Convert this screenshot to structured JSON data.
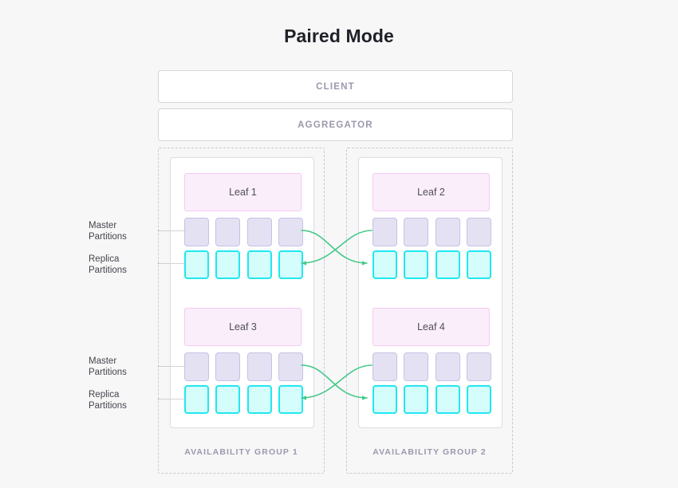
{
  "page": {
    "title": "Paired Mode",
    "background_color": "#f7f7f8"
  },
  "topology": {
    "client": {
      "label": "CLIENT"
    },
    "aggregator": {
      "label": "AGGREGATOR"
    }
  },
  "colors": {
    "title_text": "#1e2126",
    "box_text": "#9a99ad",
    "leaf_fill": "#fbeefb",
    "leaf_border": "#f4c9f1",
    "master_fill": "#e4e1f3",
    "master_border": "#c7c0e4",
    "replica_fill": "#d4fdfc",
    "replica_border": "#22e7ef",
    "replication_arrow": "#45c98a",
    "dotted_border": "#c9c9d2"
  },
  "annotations": {
    "master": {
      "line1": "Master",
      "line2": "Partitions"
    },
    "replica": {
      "line1": "Replica",
      "line2": "Partitions"
    }
  },
  "availability_groups": [
    {
      "id": "ag-1",
      "label": "AVAILABILITY GROUP 1",
      "leaves": [
        {
          "label": "Leaf 1",
          "master_partitions": 4,
          "replica_partitions": 4
        },
        {
          "label": "Leaf 3",
          "master_partitions": 4,
          "replica_partitions": 4
        }
      ]
    },
    {
      "id": "ag-2",
      "label": "AVAILABILITY GROUP 2",
      "leaves": [
        {
          "label": "Leaf 2",
          "master_partitions": 4,
          "replica_partitions": 4
        },
        {
          "label": "Leaf 4",
          "master_partitions": 4,
          "replica_partitions": 4
        }
      ]
    }
  ],
  "replication_links": [
    {
      "from": "Leaf 1 master",
      "to": "Leaf 2 replica",
      "direction": "right"
    },
    {
      "from": "Leaf 2 master",
      "to": "Leaf 1 replica",
      "direction": "left"
    },
    {
      "from": "Leaf 3 master",
      "to": "Leaf 4 replica",
      "direction": "right"
    },
    {
      "from": "Leaf 4 master",
      "to": "Leaf 3 replica",
      "direction": "left"
    }
  ]
}
